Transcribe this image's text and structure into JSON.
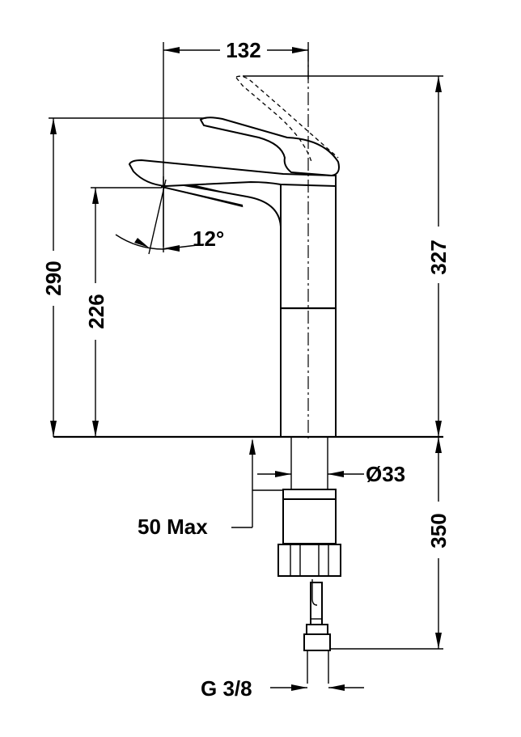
{
  "dimensions": {
    "spout_offset": "132",
    "total_height": "327",
    "lever_height": "290",
    "outlet_height": "226",
    "spout_angle": "12°",
    "body_diameter": "Ø33",
    "deck_thickness": "50 Max",
    "hose_length": "350",
    "connection_thread": "G 3/8"
  },
  "colors": {
    "line": "#000000",
    "background": "#ffffff"
  }
}
